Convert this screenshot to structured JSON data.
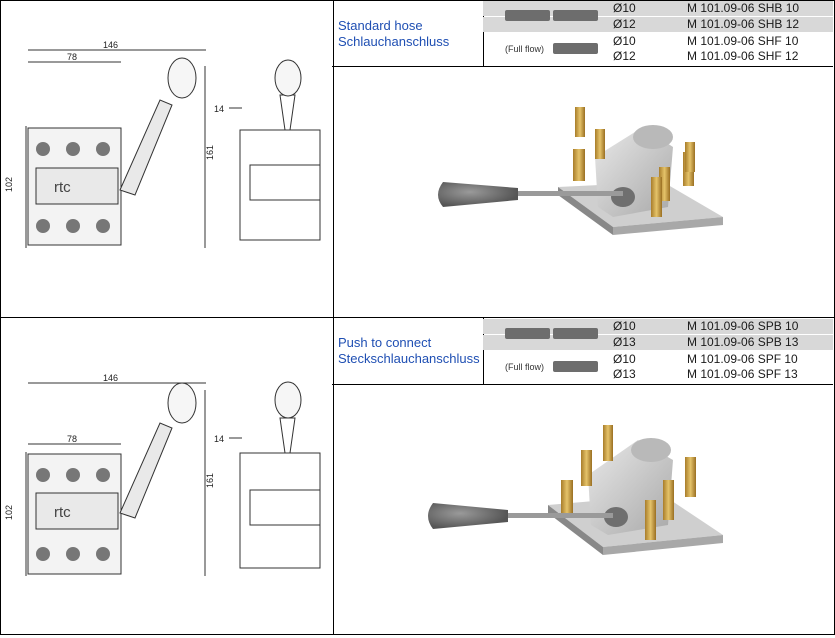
{
  "sections": [
    {
      "title_en": "Standard hose",
      "title_de": "Schlauchanschluss",
      "full_flow": "(Full flow)",
      "rows": [
        {
          "dia": "Ø10",
          "code": "M 101.09-06 SHB 10"
        },
        {
          "dia": "Ø12",
          "code": "M 101.09-06 SHB 12"
        },
        {
          "dia": "Ø10",
          "code": "M 101.09-06 SHF 10"
        },
        {
          "dia": "Ø12",
          "code": "M 101.09-06 SHF 12"
        }
      ]
    },
    {
      "title_en": "Push to connect",
      "title_de": "Steckschlauchanschluss",
      "full_flow": "(Full flow)",
      "rows": [
        {
          "dia": "Ø10",
          "code": "M 101.09-06 SPB 10"
        },
        {
          "dia": "Ø13",
          "code": "M 101.09-06 SPB 13"
        },
        {
          "dia": "Ø10",
          "code": "M 101.09-06 SPF 10"
        },
        {
          "dia": "Ø13",
          "code": "M 101.09-06 SPF 13"
        }
      ]
    }
  ],
  "drawing": {
    "dim_146": "146",
    "dim_78": "78",
    "dim_102": "102",
    "dim_161": "161",
    "dim_14": "14",
    "logo": "rtc"
  },
  "colors": {
    "title_blue": "#1f4fb3",
    "row_shade": "#d8d8d8",
    "symbol_gray": "#6d6d6d"
  }
}
